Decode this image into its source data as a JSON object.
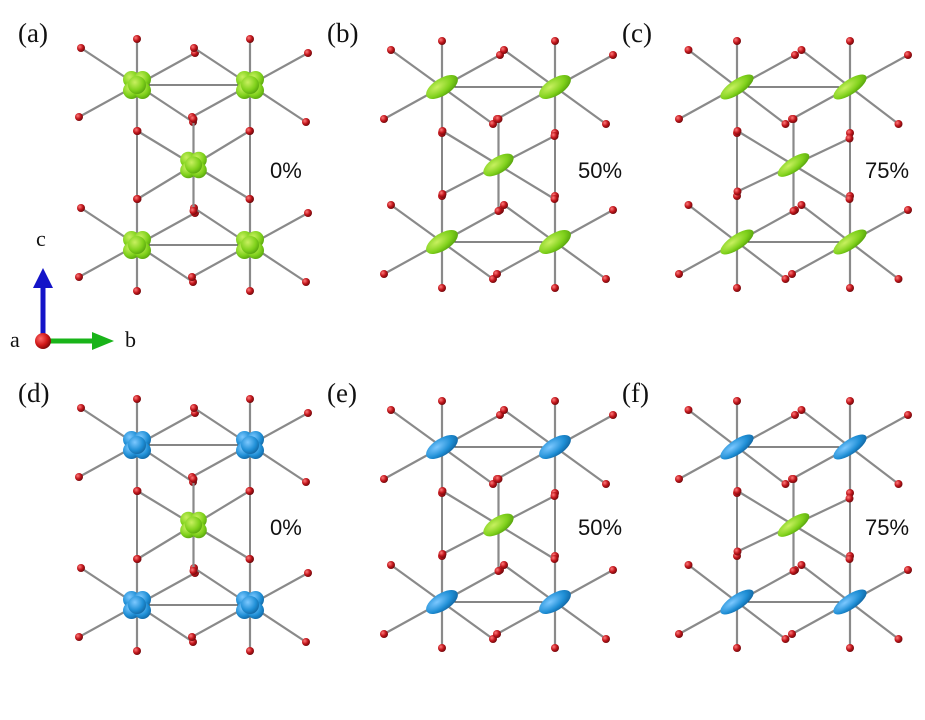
{
  "panels": [
    {
      "label": "(a)",
      "percent": "0%",
      "corner_color": "green",
      "center_color": "green",
      "distortion": 0
    },
    {
      "label": "(b)",
      "percent": "50%",
      "corner_color": "green",
      "center_color": "green",
      "distortion": 0.5
    },
    {
      "label": "(c)",
      "percent": "75%",
      "corner_color": "green",
      "center_color": "green",
      "distortion": 0.75
    },
    {
      "label": "(d)",
      "percent": "0%",
      "corner_color": "blue",
      "center_color": "green",
      "distortion": 0
    },
    {
      "label": "(e)",
      "percent": "50%",
      "corner_color": "blue",
      "center_color": "green",
      "distortion": 0.5
    },
    {
      "label": "(f)",
      "percent": "75%",
      "corner_color": "blue",
      "center_color": "green",
      "distortion": 0.75
    }
  ],
  "axes": {
    "c": "c",
    "a": "a",
    "b": "b"
  },
  "colors": {
    "green": "#7fd11b",
    "blue": "#1f8fd6",
    "oxygen": "#c0141a",
    "bond": "#8a8a8a",
    "axis_c": "#1414c8",
    "axis_b": "#19b419",
    "axis_a": "#c81414"
  }
}
